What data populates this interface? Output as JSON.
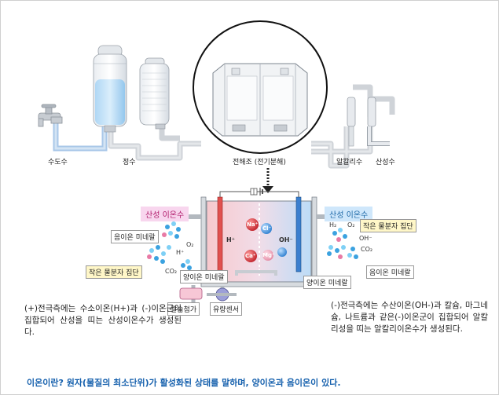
{
  "labels": {
    "tap_water": "수도수",
    "purified": "정수",
    "electrolysis": "전해조 (전기분해)",
    "alkaline_water": "알칼리수",
    "acidic_water": "산성수"
  },
  "tags": {
    "acidic_ion_water": "산성 이온수",
    "alkaline_ion_water": "산성 이온수",
    "ionic_mineral_left": "음이온 미네랄",
    "small_cluster_left": "작은 물분자 집단",
    "cation_mineral_center": "양이온 미네랄",
    "cation_mineral_right": "양이온 미네랄",
    "small_cluster_right": "작은 물분자 집단",
    "anion_mineral_right": "음이온 미네랄",
    "calcium_feeder": "칼슘첨가",
    "flow_sensor": "유량센서"
  },
  "ions": {
    "na": "Na⁺",
    "cl": "Cl⁻",
    "h": "H⁺",
    "oh": "OH⁻",
    "ca": "Ca⁺",
    "mg": "Mg⁺",
    "o2_left": "O₂",
    "h_left": "H⁺",
    "co2_left": "CO₂",
    "h2_right": "H₂",
    "o2_right": "O₂",
    "oh_right": "OH⁻",
    "co2_right": "CO₂"
  },
  "descriptions": {
    "left": "(+)전극측에는 수소이온(H+)과 (-)이온군이 집합되어 산성을 띠는 산성이온수가 생성된다.",
    "right": "(-)전극측에는 수산이온(OH-)과 칼슘, 마그네슘, 나트륨과 같은(-)이온군이 집합되어 알칼리성을 띠는 알칼리이온수가 생성된다."
  },
  "footer": "이온이란? 원자(물질의 최소단위)가 활성화된 상태를 말하며, 양이온과 음이온이 있다.",
  "colors": {
    "pipe": "#c8ccd2",
    "pipe_blue": "#a9c7e8",
    "water": "#a8d4f5",
    "acid_electrode": "#e0504e",
    "alkali_electrode": "#3a7fcf",
    "footer_text": "#1560ad"
  }
}
